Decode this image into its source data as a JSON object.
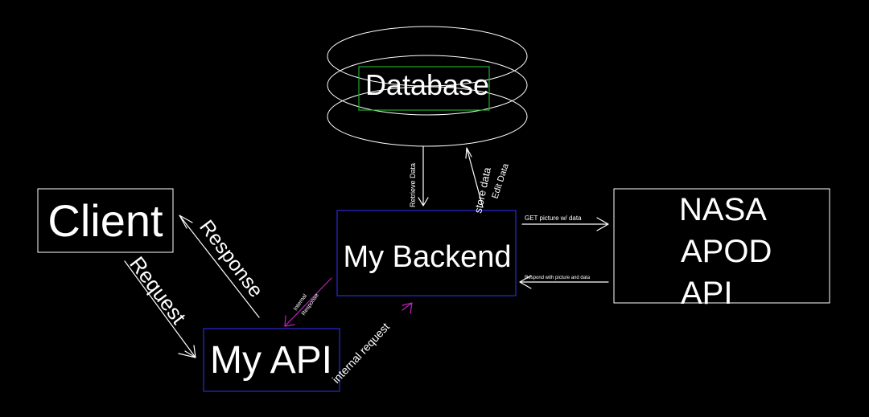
{
  "diagram": {
    "nodes": {
      "database": "Database",
      "client": "Client",
      "backend": "My Backend",
      "api": "My API",
      "nasa": [
        "NASA",
        "APOD",
        "API"
      ]
    },
    "edges": {
      "request": "Request",
      "response": "Response",
      "retrieve_data": "Retrieve Data",
      "store_data": "store data",
      "edit_data": "Edit Data",
      "get_picture": "GET picture w/ data",
      "respond_picture": "Respond with picture and data",
      "internal_request": "internal request",
      "internal_response": [
        "Internal",
        "Response"
      ]
    },
    "colors": {
      "background": "#000000",
      "text": "#ffffff",
      "service_box": "#2a2ad8",
      "database_label_box": "#1faa2a",
      "internal_arrow": "#c020c0"
    }
  }
}
